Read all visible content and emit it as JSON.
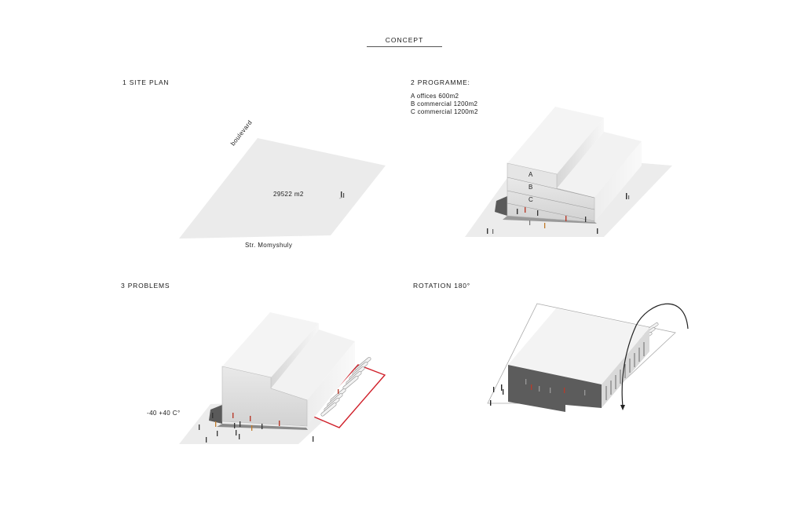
{
  "title": "CONCEPT",
  "panels": {
    "site_plan": {
      "heading": "1 SITE PLAN",
      "area": "29522 m2",
      "street_top": "boulevard",
      "street_bottom": "Str. Momyshuly"
    },
    "programme": {
      "heading": "2 PROGRAMME:",
      "items": [
        "A offices 600m2",
        "B commercial 1200m2",
        "C commercial 1200m2"
      ],
      "floor_labels": [
        "A",
        "B",
        "C"
      ]
    },
    "problems": {
      "heading": "3 PROBLEMS",
      "temperature": "-40 +40 C°"
    },
    "rotation": {
      "heading": "ROTATION 180°"
    }
  },
  "colors": {
    "ground": "#ebebeb",
    "roof": "#f4f4f4",
    "wall_light": "#e2e2e2",
    "wall_dark": "#5a5a5a",
    "problem_outline": "#d0202a",
    "people_accent": "#b83a2a"
  }
}
